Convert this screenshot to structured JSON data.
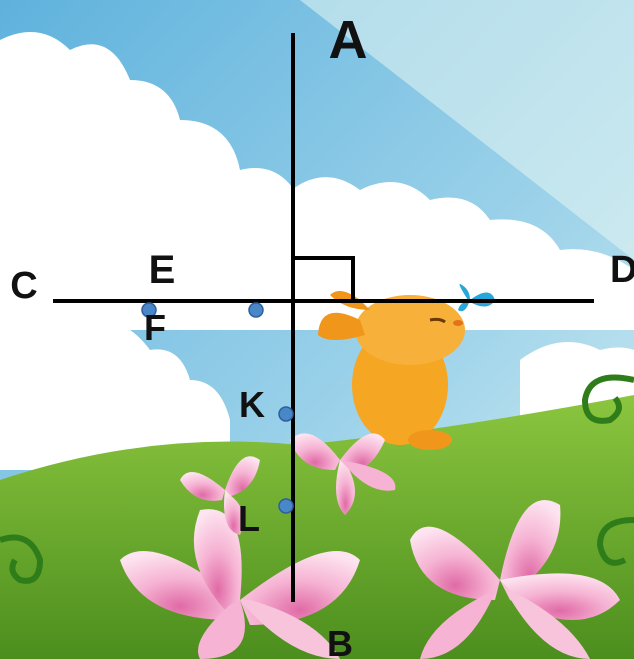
{
  "labels": {
    "A": "A",
    "B": "B",
    "C": "C",
    "D": "D",
    "E": "E",
    "F": "F",
    "K": "K",
    "L": "L"
  },
  "colors": {
    "sky_top": "#5fb2dd",
    "sky_light": "#bfe3ef",
    "cloud": "#ffffff",
    "grass": "#6fae2e",
    "grass_dark": "#4c8e1e",
    "flower": "#f6b3d3",
    "flower_dark": "#e57db0",
    "rabbit": "#f5a623",
    "butterfly": "#2aa7d9",
    "point": "#4a87c9",
    "line": "#000000"
  },
  "decorations": [
    "clouds",
    "rabbit",
    "butterfly",
    "lily-flowers",
    "grass-hill",
    "vine-swirls"
  ]
}
